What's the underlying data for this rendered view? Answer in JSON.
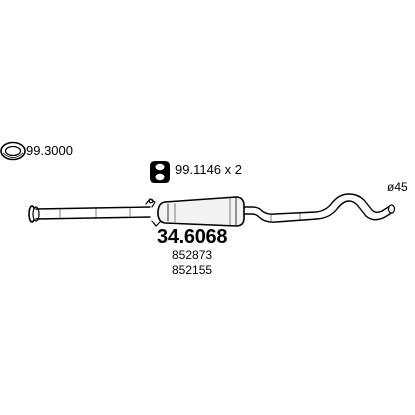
{
  "gasket": {
    "icon": "ring-gasket-icon",
    "code": "99.3000"
  },
  "clamp": {
    "icon": "rubber-mount-icon",
    "code": "99.1146 x 2"
  },
  "pipe": {
    "diameter": "ø45"
  },
  "part": {
    "number": "34.6068",
    "oem_refs": [
      "852873",
      "852155"
    ]
  },
  "colors": {
    "line": "#000000",
    "body_fill": "#f2f2f2",
    "background": "#ffffff"
  }
}
